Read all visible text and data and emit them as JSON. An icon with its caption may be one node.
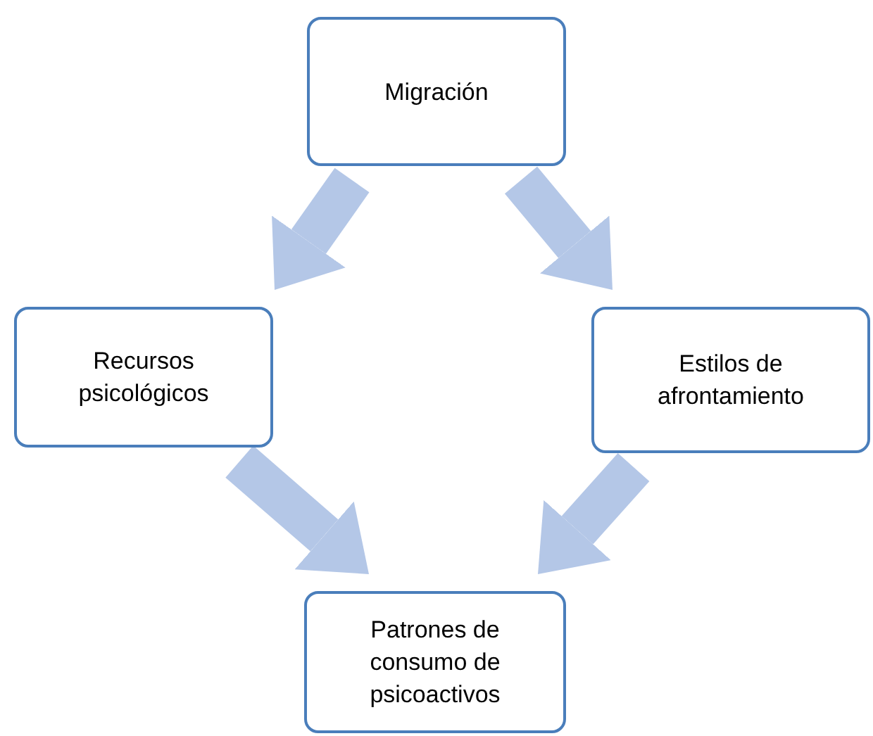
{
  "diagram": {
    "nodes": [
      {
        "text": [
          "Migración"
        ]
      },
      {
        "text": [
          "Recursos psicológicos"
        ]
      },
      {
        "text": [
          "Estilos de afrontamiento"
        ]
      },
      {
        "text": [
          "Patrones de consumo de psicoactivos"
        ]
      }
    ],
    "edges": [
      {
        "from": 0,
        "to": 1,
        "arrow": "to"
      },
      {
        "from": 0,
        "to": 2,
        "arrow": "to"
      },
      {
        "from": 1,
        "to": 3,
        "arrow": "to"
      },
      {
        "from": 2,
        "to": 3,
        "arrow": "to"
      }
    ]
  }
}
